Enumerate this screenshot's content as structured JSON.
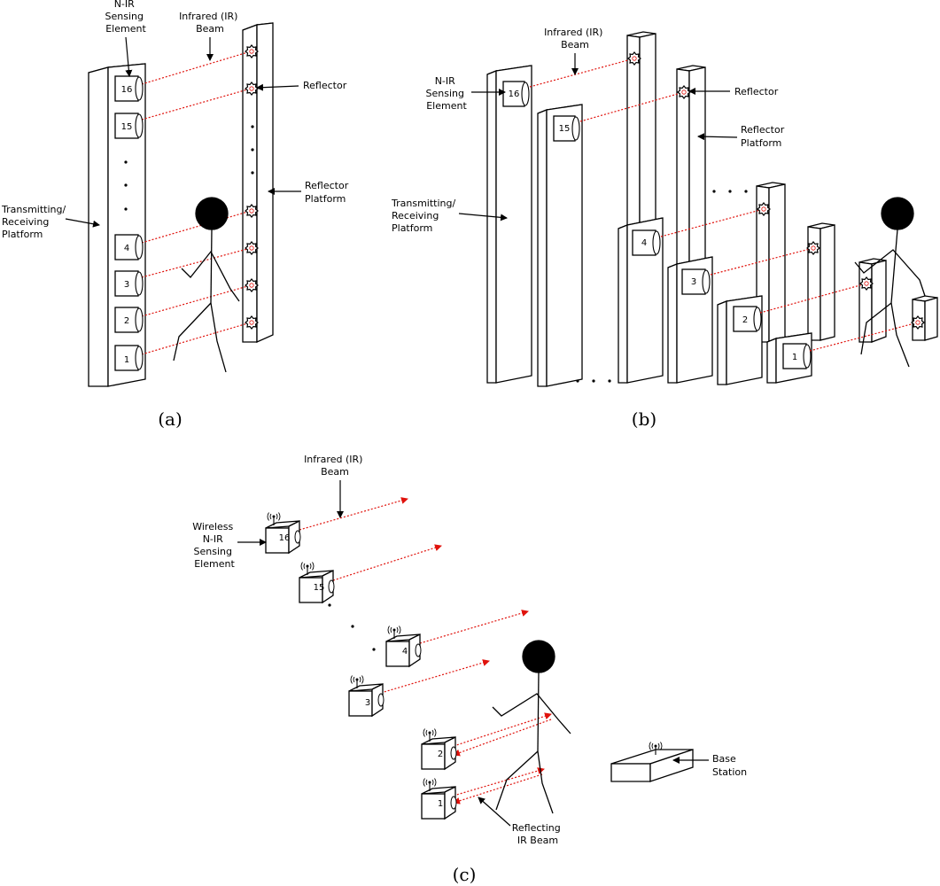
{
  "panel_a": {
    "caption": "(a)",
    "sensing_label": [
      "N-IR",
      "Sensing",
      "Element"
    ],
    "beam_label": [
      "Infrared (IR)",
      "Beam"
    ],
    "reflector_label": "Reflector",
    "reflector_platform_label": [
      "Reflector",
      "Platform"
    ],
    "platform_label": [
      "Transmitting/",
      "Receiving",
      "Platform"
    ],
    "sensors": [
      "16",
      "15",
      "4",
      "3",
      "2",
      "1"
    ]
  },
  "panel_b": {
    "caption": "(b)",
    "sensing_label": [
      "N-IR",
      "Sensing",
      "Element"
    ],
    "beam_label": [
      "Infrared (IR)",
      "Beam"
    ],
    "reflector_label": "Reflector",
    "reflector_platform_label": [
      "Reflector",
      "Platform"
    ],
    "platform_label": [
      "Transmitting/",
      "Receiving",
      "Platform"
    ],
    "sensors": [
      "16",
      "15",
      "4",
      "3",
      "2",
      "1"
    ]
  },
  "panel_c": {
    "caption": "(c)",
    "beam_label": [
      "Infrared (IR)",
      "Beam"
    ],
    "sensing_label": [
      "Wireless",
      "N-IR",
      "Sensing",
      "Element"
    ],
    "base_label": [
      "Base",
      "Station"
    ],
    "reflecting_label": [
      "Reflecting",
      "IR Beam"
    ],
    "sensors": [
      "16",
      "15",
      "4",
      "3",
      "2",
      "1"
    ]
  },
  "colors": {
    "beam": "#e0120c",
    "ink": "#000000"
  }
}
